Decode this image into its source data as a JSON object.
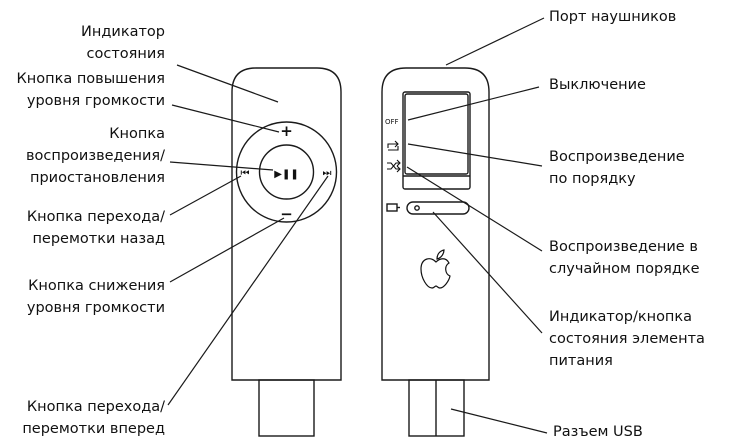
{
  "left_labels": {
    "status_indicator": "Индикатор\nсостояния",
    "volume_up": "Кнопка повышения\nуровня громкости",
    "play_pause": "Кнопка\nвоспроизведения/\nприостановления",
    "previous_rewind": "Кнопка перехода/\nперемотки назад",
    "volume_down": "Кнопка снижения\nуровня громкости",
    "next_forward": "Кнопка перехода/\nперемотки вперед"
  },
  "right_labels": {
    "headphone_port": "Порт наушников",
    "off": "Выключение",
    "repeat_order": "Воспроизведение\nпо порядку",
    "shuffle": "Воспроизведение в\nслучайном порядке",
    "battery_indicator": "Индикатор/кнопка\nсостояния элемента\nпитания",
    "usb_connector": "Разъем USB"
  },
  "device_front": {
    "plus": "+",
    "minus": "−",
    "play_pause_glyph": "▶︎❚❚",
    "prev_glyph": "⏮",
    "next_glyph": "⏭"
  },
  "device_back": {
    "off_mark": "OFF"
  },
  "colors": {
    "outline": "#1a1a1a",
    "text": "#111111"
  }
}
